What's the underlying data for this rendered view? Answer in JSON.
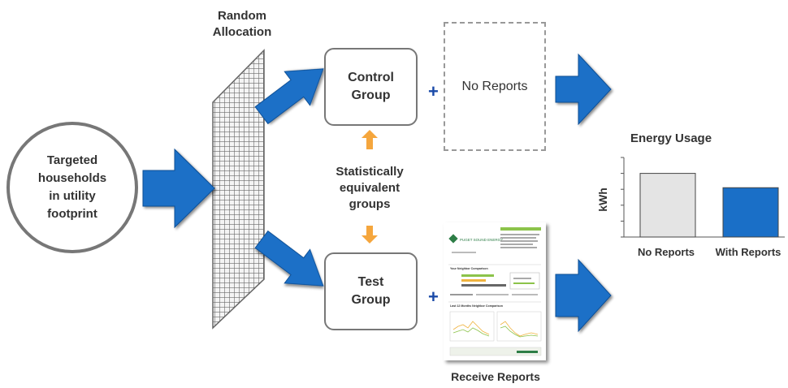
{
  "random_allocation": {
    "line1": "Random",
    "line2": "Allocation"
  },
  "households": {
    "line1": "Targeted",
    "line2": "households",
    "line3": "in utility",
    "line4": "footprint"
  },
  "control_group": {
    "line1": "Control",
    "line2": "Group"
  },
  "test_group": {
    "line1": "Test",
    "line2": "Group"
  },
  "no_reports_box": "No Reports",
  "plus_sign": "+",
  "equivalence": {
    "line1": "Statistically",
    "line2": "equivalent",
    "line3": "groups"
  },
  "receive_reports": "Receive Reports",
  "report_thumbnail": {
    "brand": "PUGET SOUND ENERGY",
    "section1": "Your Neighbor Comparison",
    "section2": "Last 12 Months Neighbor Comparison"
  },
  "colors": {
    "arrow_blue": "#1a6fc7",
    "orange_arrow": "#f5a63d",
    "bar_gray": "#e4e4e4",
    "bar_blue": "#1a6fc7"
  },
  "chart_data": {
    "type": "bar",
    "title": "Energy Usage",
    "ylabel": "kWh",
    "xlabel": "",
    "categories": [
      "No Reports",
      "With Reports"
    ],
    "values": [
      80,
      62
    ],
    "ylim": [
      0,
      100
    ],
    "colors": [
      "#e4e4e4",
      "#1a6fc7"
    ]
  }
}
